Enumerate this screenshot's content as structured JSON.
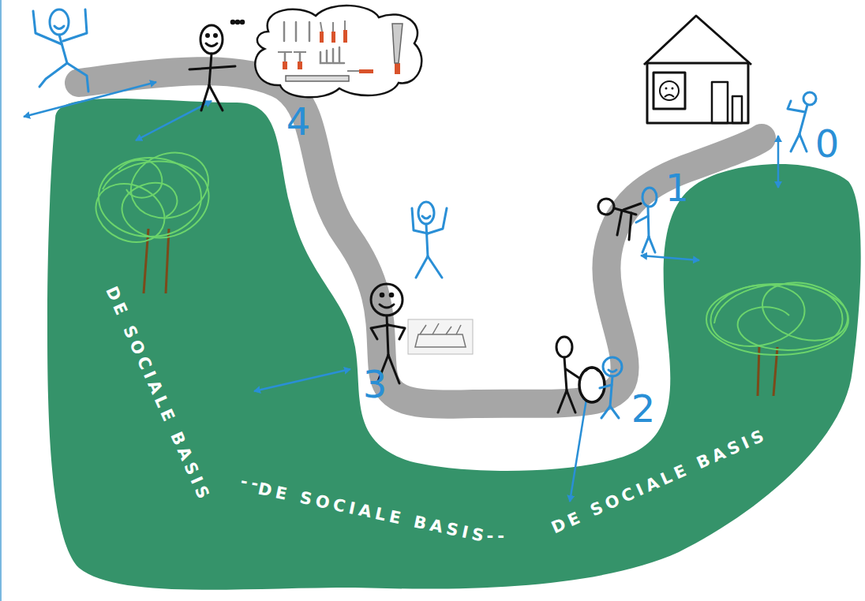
{
  "diagram": {
    "nodes": [
      {
        "text": [
          "DE SOCIALE BASIS",
          "--",
          "DE SOCIALE BASIS",
          "--",
          "DE SOCIALE BASIS"
        ]
      }
    ],
    "labels": [
      "0",
      "1",
      "2",
      "3",
      "4"
    ]
  }
}
